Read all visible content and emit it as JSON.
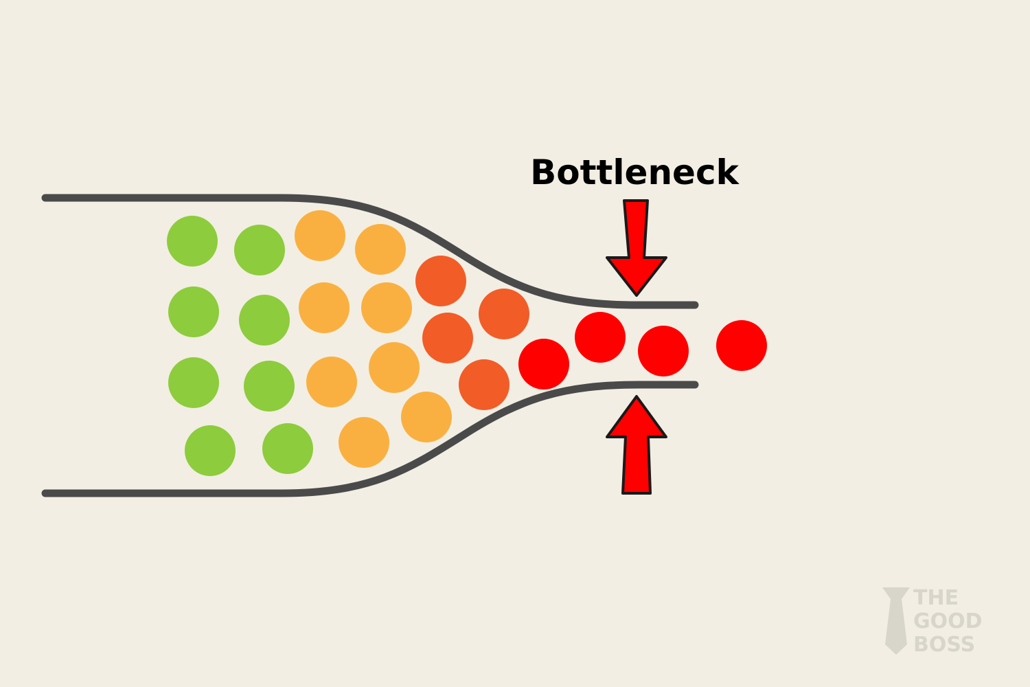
{
  "label": "Bottleneck",
  "logo": {
    "lines": [
      "THE",
      "GOOD",
      "BOSS"
    ]
  },
  "colors": {
    "background": "#f2eee3",
    "pipe": "#4a4a4a",
    "green": "#8dcc3c",
    "orange": "#fab040",
    "dark_orange": "#f25c27",
    "red": "#ff0000",
    "arrow": "#ff0000",
    "arrow_outline": "#1a1a1a",
    "label": "#000000",
    "logo": "#d8d5cb"
  },
  "icons": {
    "arrow_down": "arrow-down-icon",
    "arrow_up": "arrow-up-icon",
    "logo": "necktie-icon"
  }
}
